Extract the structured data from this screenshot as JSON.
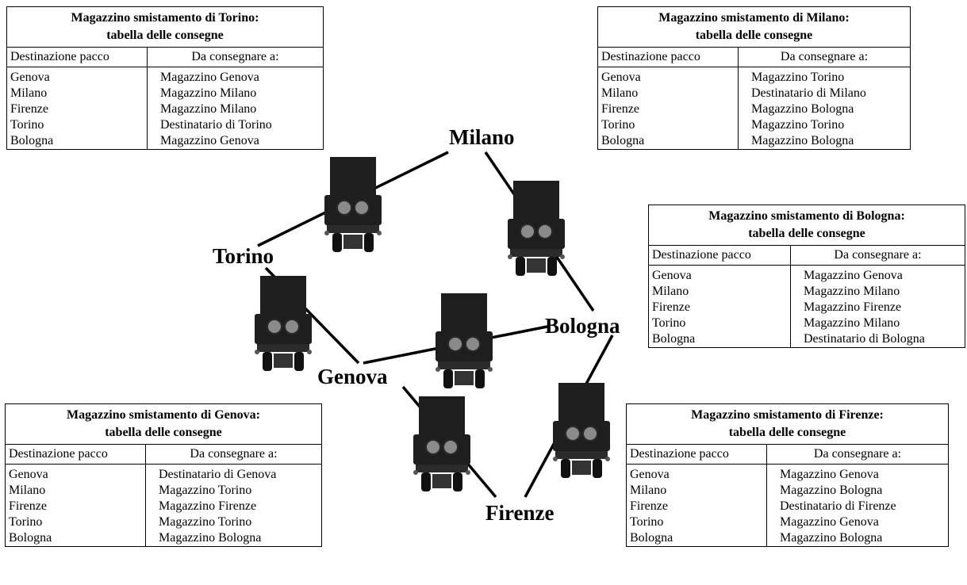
{
  "cities": {
    "milano": "Milano",
    "torino": "Torino",
    "bologna": "Bologna",
    "genova": "Genova",
    "firenze": "Firenze"
  },
  "tables": {
    "torino": {
      "title_line1": "Magazzino smistamento di Torino:",
      "title_line2": "tabella delle consegne",
      "col1": "Destinazione pacco",
      "col2": "Da consegnare a:",
      "rows": [
        [
          "Genova",
          "Magazzino Genova"
        ],
        [
          "Milano",
          "Magazzino Milano"
        ],
        [
          "Firenze",
          "Magazzino Milano"
        ],
        [
          "Torino",
          "Destinatario di Torino"
        ],
        [
          "Bologna",
          "Magazzino Genova"
        ]
      ]
    },
    "milano": {
      "title_line1": "Magazzino smistamento di Milano:",
      "title_line2": "tabella delle consegne",
      "col1": "Destinazione pacco",
      "col2": "Da consegnare a:",
      "rows": [
        [
          "Genova",
          "Magazzino Torino"
        ],
        [
          "Milano",
          "Destinatario di Milano"
        ],
        [
          "Firenze",
          "Magazzino Bologna"
        ],
        [
          "Torino",
          "Magazzino Torino"
        ],
        [
          "Bologna",
          "Magazzino Bologna"
        ]
      ]
    },
    "bologna": {
      "title_line1": "Magazzino smistamento di Bologna:",
      "title_line2": "tabella delle consegne",
      "col1": "Destinazione pacco",
      "col2": "Da consegnare a:",
      "rows": [
        [
          "Genova",
          "Magazzino Genova"
        ],
        [
          "Milano",
          "Magazzino Milano"
        ],
        [
          "Firenze",
          "Magazzino Firenze"
        ],
        [
          "Torino",
          "Magazzino Milano"
        ],
        [
          "Bologna",
          "Destinatario di Bologna"
        ]
      ]
    },
    "genova": {
      "title_line1": "Magazzino smistamento di Genova:",
      "title_line2": "tabella delle consegne",
      "col1": "Destinazione pacco",
      "col2": "Da consegnare a:",
      "rows": [
        [
          "Genova",
          "Destinatario di Genova"
        ],
        [
          "Milano",
          "Magazzino Torino"
        ],
        [
          "Firenze",
          "Magazzino Firenze"
        ],
        [
          "Torino",
          "Magazzino Torino"
        ],
        [
          "Bologna",
          "Magazzino Bologna"
        ]
      ]
    },
    "firenze": {
      "title_line1": "Magazzino smistamento di Firenze:",
      "title_line2": "tabella delle consegne",
      "col1": "Destinazione pacco",
      "col2": "Da consegnare a:",
      "rows": [
        [
          "Genova",
          "Magazzino Genova"
        ],
        [
          "Milano",
          "Magazzino Bologna"
        ],
        [
          "Firenze",
          "Destinatario di Firenze"
        ],
        [
          "Torino",
          "Magazzino Genova"
        ],
        [
          "Bologna",
          "Magazzino Bologna"
        ]
      ]
    }
  },
  "icons": {
    "truck": "delivery-truck-icon"
  },
  "colors": {
    "line": "#000000",
    "truck_body": "#1e1e1e",
    "truck_light": "#8a8a8a"
  }
}
